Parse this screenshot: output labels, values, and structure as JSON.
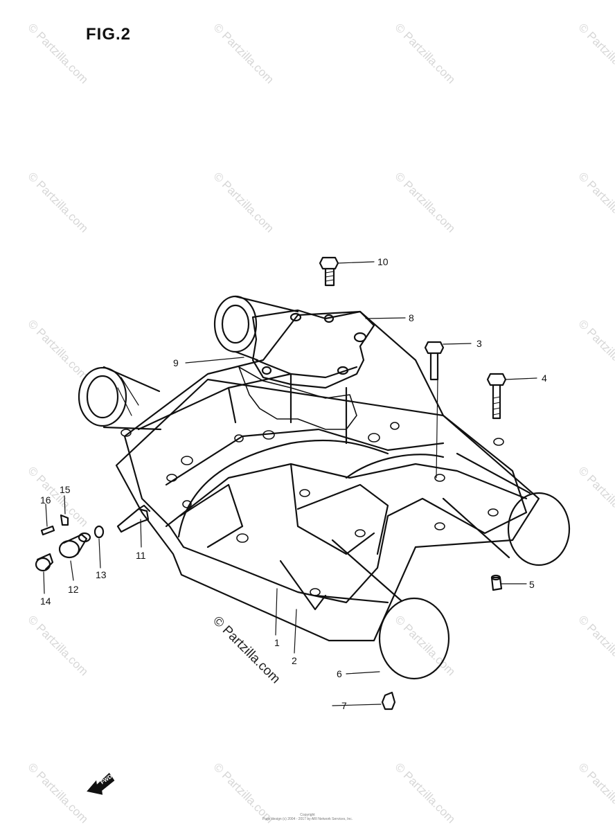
{
  "figure": {
    "title": "FIG.2"
  },
  "callouts": [
    "1",
    "2",
    "3",
    "4",
    "5",
    "6",
    "7",
    "8",
    "9",
    "10",
    "11",
    "12",
    "13",
    "14",
    "15",
    "16"
  ],
  "watermark": {
    "text": "© Partzilla.com",
    "center_text": "© Partzilla.com"
  },
  "footer": {
    "line1": "Copyright",
    "line2": "Page design (c) 2004 - 2017 by ARI Network Services, Inc."
  },
  "fwd_badge": {
    "label": "FWD"
  },
  "colors": {
    "ink": "#111111",
    "watermark": "#d7d7d7"
  }
}
